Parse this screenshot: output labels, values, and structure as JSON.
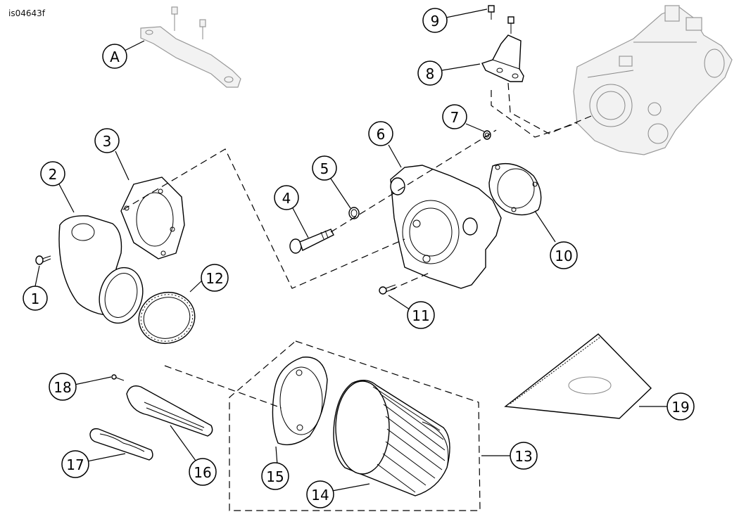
{
  "figure_id": "is04643f",
  "callouts": [
    {
      "key": "A",
      "label": "A"
    },
    {
      "key": "1",
      "label": "1"
    },
    {
      "key": "2",
      "label": "2"
    },
    {
      "key": "3",
      "label": "3"
    },
    {
      "key": "4",
      "label": "4"
    },
    {
      "key": "5",
      "label": "5"
    },
    {
      "key": "6",
      "label": "6"
    },
    {
      "key": "7",
      "label": "7"
    },
    {
      "key": "8",
      "label": "8"
    },
    {
      "key": "9",
      "label": "9"
    },
    {
      "key": "10",
      "label": "10"
    },
    {
      "key": "11",
      "label": "11"
    },
    {
      "key": "12",
      "label": "12"
    },
    {
      "key": "13",
      "label": "13"
    },
    {
      "key": "14",
      "label": "14"
    },
    {
      "key": "15",
      "label": "15"
    },
    {
      "key": "16",
      "label": "16"
    },
    {
      "key": "17",
      "label": "17"
    },
    {
      "key": "18",
      "label": "18"
    },
    {
      "key": "19",
      "label": "19"
    }
  ]
}
